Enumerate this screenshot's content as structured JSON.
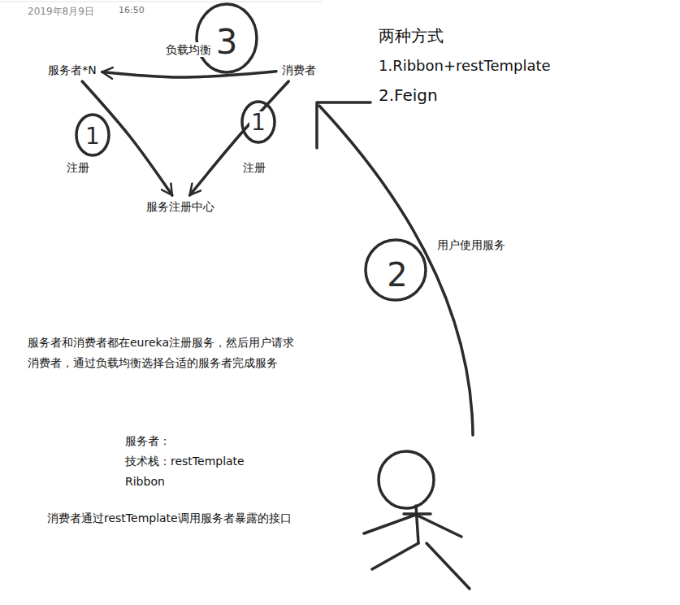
{
  "diagram": {
    "nodes": [
      {
        "text": [
          "服务者*N"
        ]
      },
      {
        "text": [
          "消费者"
        ]
      },
      {
        "text": [
          "服务注册中心"
        ]
      }
    ],
    "edges": [
      {
        "from": 1,
        "to": 0,
        "arrow": "to",
        "label": "负载均衡"
      },
      {
        "from": 0,
        "to": 2,
        "arrow": "to",
        "label": "注册"
      },
      {
        "from": 1,
        "to": 2,
        "arrow": "to",
        "label": "注册"
      }
    ],
    "labels": [
      "2019年8月9日",
      "16:50",
      "3",
      "1",
      "1",
      "两种方式",
      "1.Ribbon+restTemplate",
      "2.Feign",
      "2",
      "用户使用服务",
      "服务者和消费者都在eureka注册服务，然后用户请求消费者，通过负载均衡选择合适的服务者完成服务",
      "服务者：",
      "技术栈：restTemplate",
      "Ribbon",
      "消费者通过restTemplate调用服务者暴露的接口"
    ]
  }
}
